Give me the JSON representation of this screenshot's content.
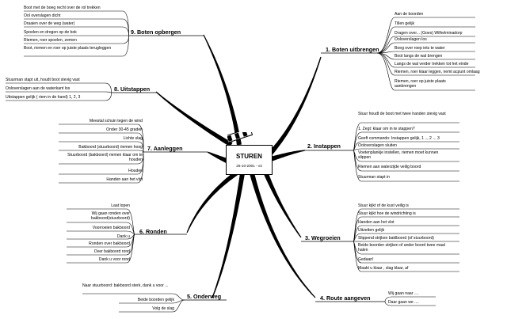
{
  "center": {
    "title": "STUREN",
    "subtitle": "26-10-2001 - v3"
  },
  "branches": [
    {
      "id": "b1",
      "label": "1. Boten uitbrengen",
      "items": [
        "Aan de boorden",
        "Tillen gelijk",
        "Dragen over... (Goes) Wilhelminadorp",
        "Ooloverslagen los",
        "Boeg over roep iets te water",
        "Boot langs de wal brengen",
        "Langs de wal verder trekken tot het einde",
        "Riemen, roer klaar leggen, nemt acpunt omlaag",
        "Riemen, roer op juiste plaats aanbrengen"
      ]
    },
    {
      "id": "b2",
      "label": "2. Instappen",
      "items": [
        "Stuur houdt de boot met twee handen stevig vast",
        "1. Zegt: klaar om in te stappen?",
        "Geeft commando: Instappen gelijk, 1 .., 2 ... 3",
        "Ooloverslagen sluiten",
        "Voetenplankje instellen, riemen moet kunnen slippen",
        "Riemen aan waterzijde veilig boord",
        "Stuurman stapt in"
      ]
    },
    {
      "id": "b3",
      "label": "3. Wegroeien",
      "items": [
        "Stuur kijkt of de kust veilig is",
        "Stuur kijkt hoe de windrichting is",
        "Handen aan het vlot",
        "Uitzetten gelijk",
        "Slippend strijken baklboord (of stuurboord)",
        "Beide boorden strijken of ander boord twee maal halen",
        "Gedaan!",
        "Maakt u klaar , slag klaar, af"
      ]
    },
    {
      "id": "b4",
      "label": "4. Route aangeven",
      "items": [
        "Wij gaan naar ....",
        "Daar gaan we ...."
      ]
    },
    {
      "id": "b5",
      "label": "5. Onderweg",
      "items": [
        "Naar stuurboord: bakboord sterk, dank u voor ...",
        "Beide boorden gelijk",
        "Volg de slag"
      ]
    },
    {
      "id": "b6",
      "label": "6. Ronden",
      "items": [
        "Laat lopen",
        "Wij gaan ronden over bakboord(stuurboord)",
        "Voorroeien bakboord",
        "Dank u",
        "Ronden over bakboord",
        "Over bakboord rond",
        "Dank u voor rond"
      ]
    },
    {
      "id": "b7",
      "label": "7. Aanleggen",
      "items": [
        "Meestal schuin tegen de wind",
        "Onder 30-45 graden",
        "Lichte slag",
        "Bakboord (stuurboord) riemen hoog",
        "Stuurboord (bakboord) riemen klaar om te houden",
        "Houden",
        "Handen aan het vlot"
      ]
    },
    {
      "id": "b8",
      "label": "8. Uitstappen",
      "items": [
        "Stuurman stapt uit, houdt boot stevig vast",
        "Ooloverslagen aan de waterkant los",
        "Uitstappen gelijk ( riem in de hand) 1, 2, 3"
      ]
    },
    {
      "id": "b9",
      "label": "9. Boten opbergen",
      "items": [
        "Boot met de boeg recht over de rol trekken",
        "Ool overslagen dicht",
        "Draaien over de weg (water)",
        "Spoelen en drogen op de bok",
        "Riemen, roer spoelen, zemen",
        "Boot, riemen en roer op juiste plaats terugleggen"
      ]
    }
  ]
}
